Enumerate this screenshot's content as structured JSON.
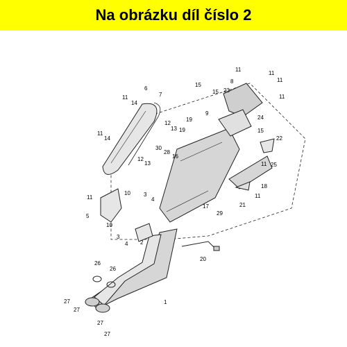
{
  "header": {
    "title": "Na obrázku díl číslo 2",
    "background": "#ffff00"
  },
  "diagram": {
    "part_labels": [
      "1",
      "2",
      "3",
      "4",
      "5",
      "6",
      "7",
      "8",
      "9",
      "10",
      "11",
      "12",
      "13",
      "14",
      "15",
      "16",
      "17",
      "18",
      "19",
      "20",
      "21",
      "22",
      "23",
      "24",
      "25",
      "26",
      "27",
      "28",
      "29",
      "30"
    ]
  }
}
